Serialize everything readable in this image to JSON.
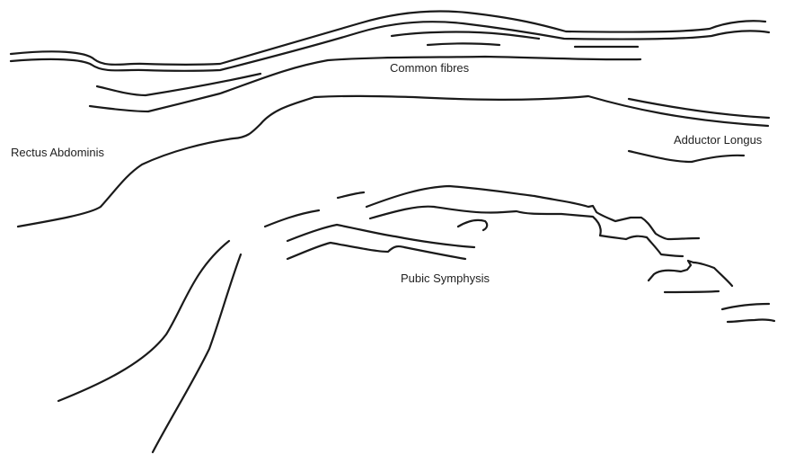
{
  "diagram": {
    "labels": {
      "common_fibres": "Common fibres",
      "rectus_abdominis": "Rectus Abdominis",
      "adductor_longus": "Adductor Longus",
      "pubic_symphysis": "Pubic Symphysis"
    },
    "line_color": "#1a1a1a",
    "background": "#ffffff"
  }
}
